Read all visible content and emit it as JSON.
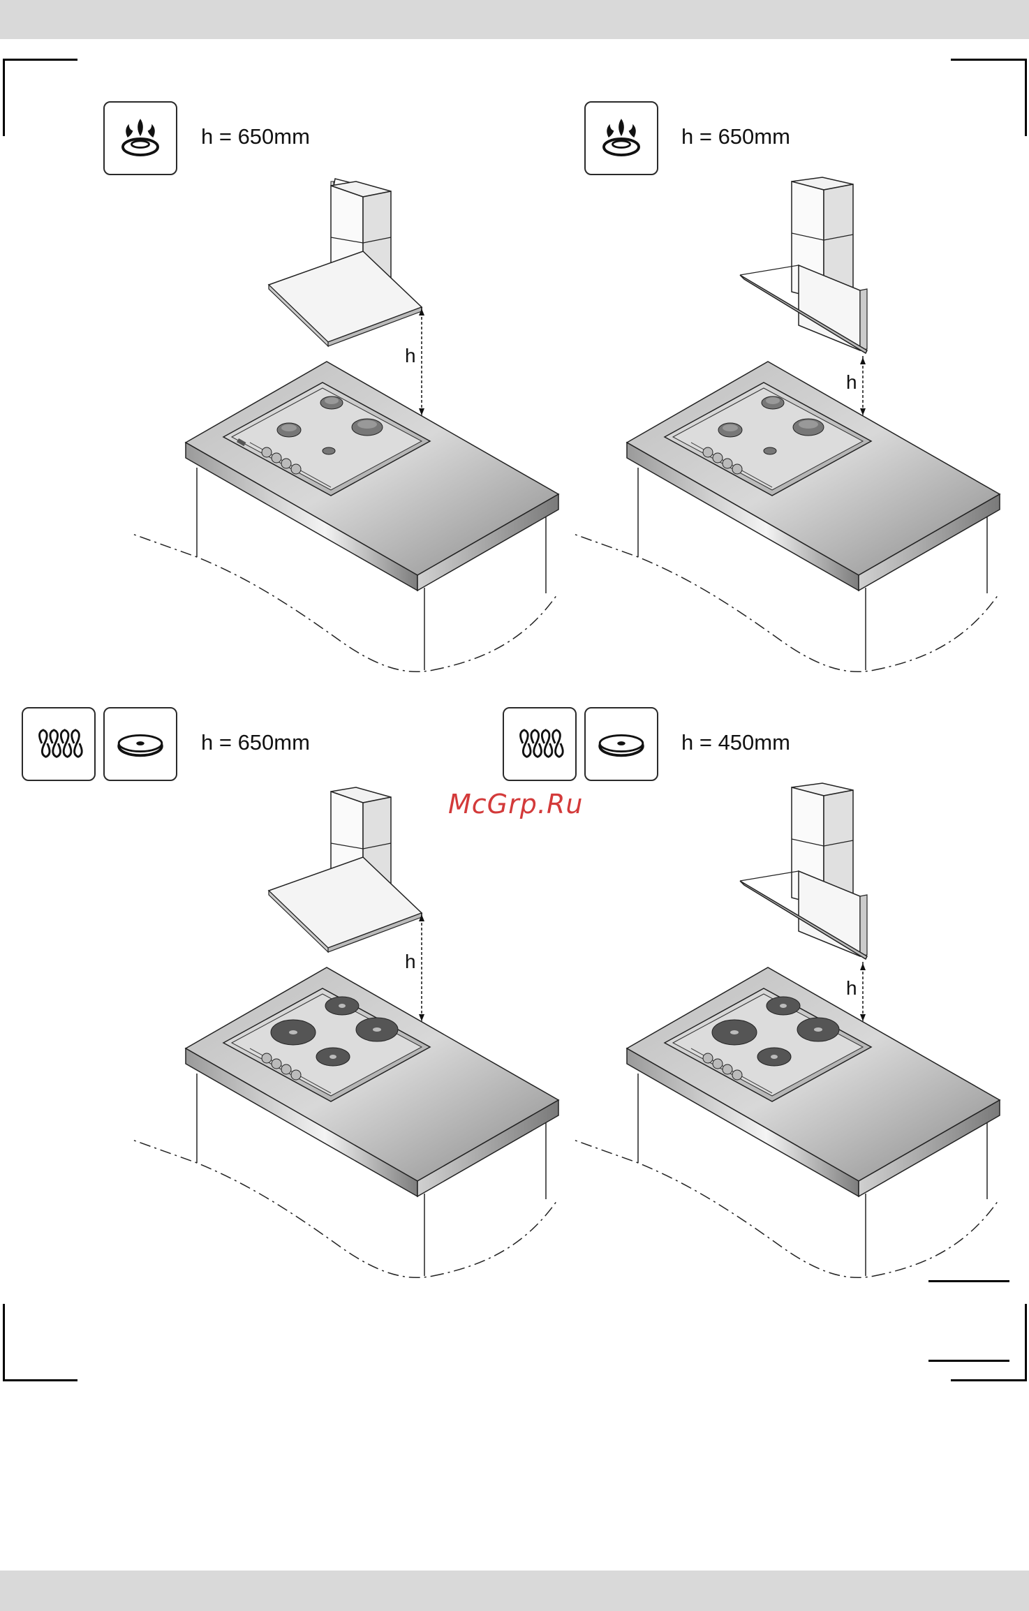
{
  "watermark": "McGrp.Ru",
  "panels": [
    {
      "hob_type": "gas",
      "icons": [
        "gas-burner-icon"
      ],
      "height_label": "h = 650mm",
      "hood_type": "box-chimney-hood",
      "dimension_letter": "h"
    },
    {
      "hob_type": "gas",
      "icons": [
        "gas-burner-icon"
      ],
      "height_label": "h = 650mm",
      "hood_type": "angled-glass-chimney-hood",
      "dimension_letter": "h"
    },
    {
      "hob_type": "electric",
      "icons": [
        "radiant-coil-icon",
        "solid-plate-icon"
      ],
      "height_label": "h = 650mm",
      "hood_type": "box-chimney-hood",
      "dimension_letter": "h"
    },
    {
      "hob_type": "electric",
      "icons": [
        "radiant-coil-icon",
        "solid-plate-icon"
      ],
      "height_label": "h = 450mm",
      "hood_type": "angled-glass-chimney-hood",
      "dimension_letter": "h"
    }
  ],
  "colors": {
    "band": "#d9d9d9",
    "watermark": "#d33a3a",
    "worktop_dark": "#8e8e8e",
    "worktop_light": "#e8e8e8"
  }
}
